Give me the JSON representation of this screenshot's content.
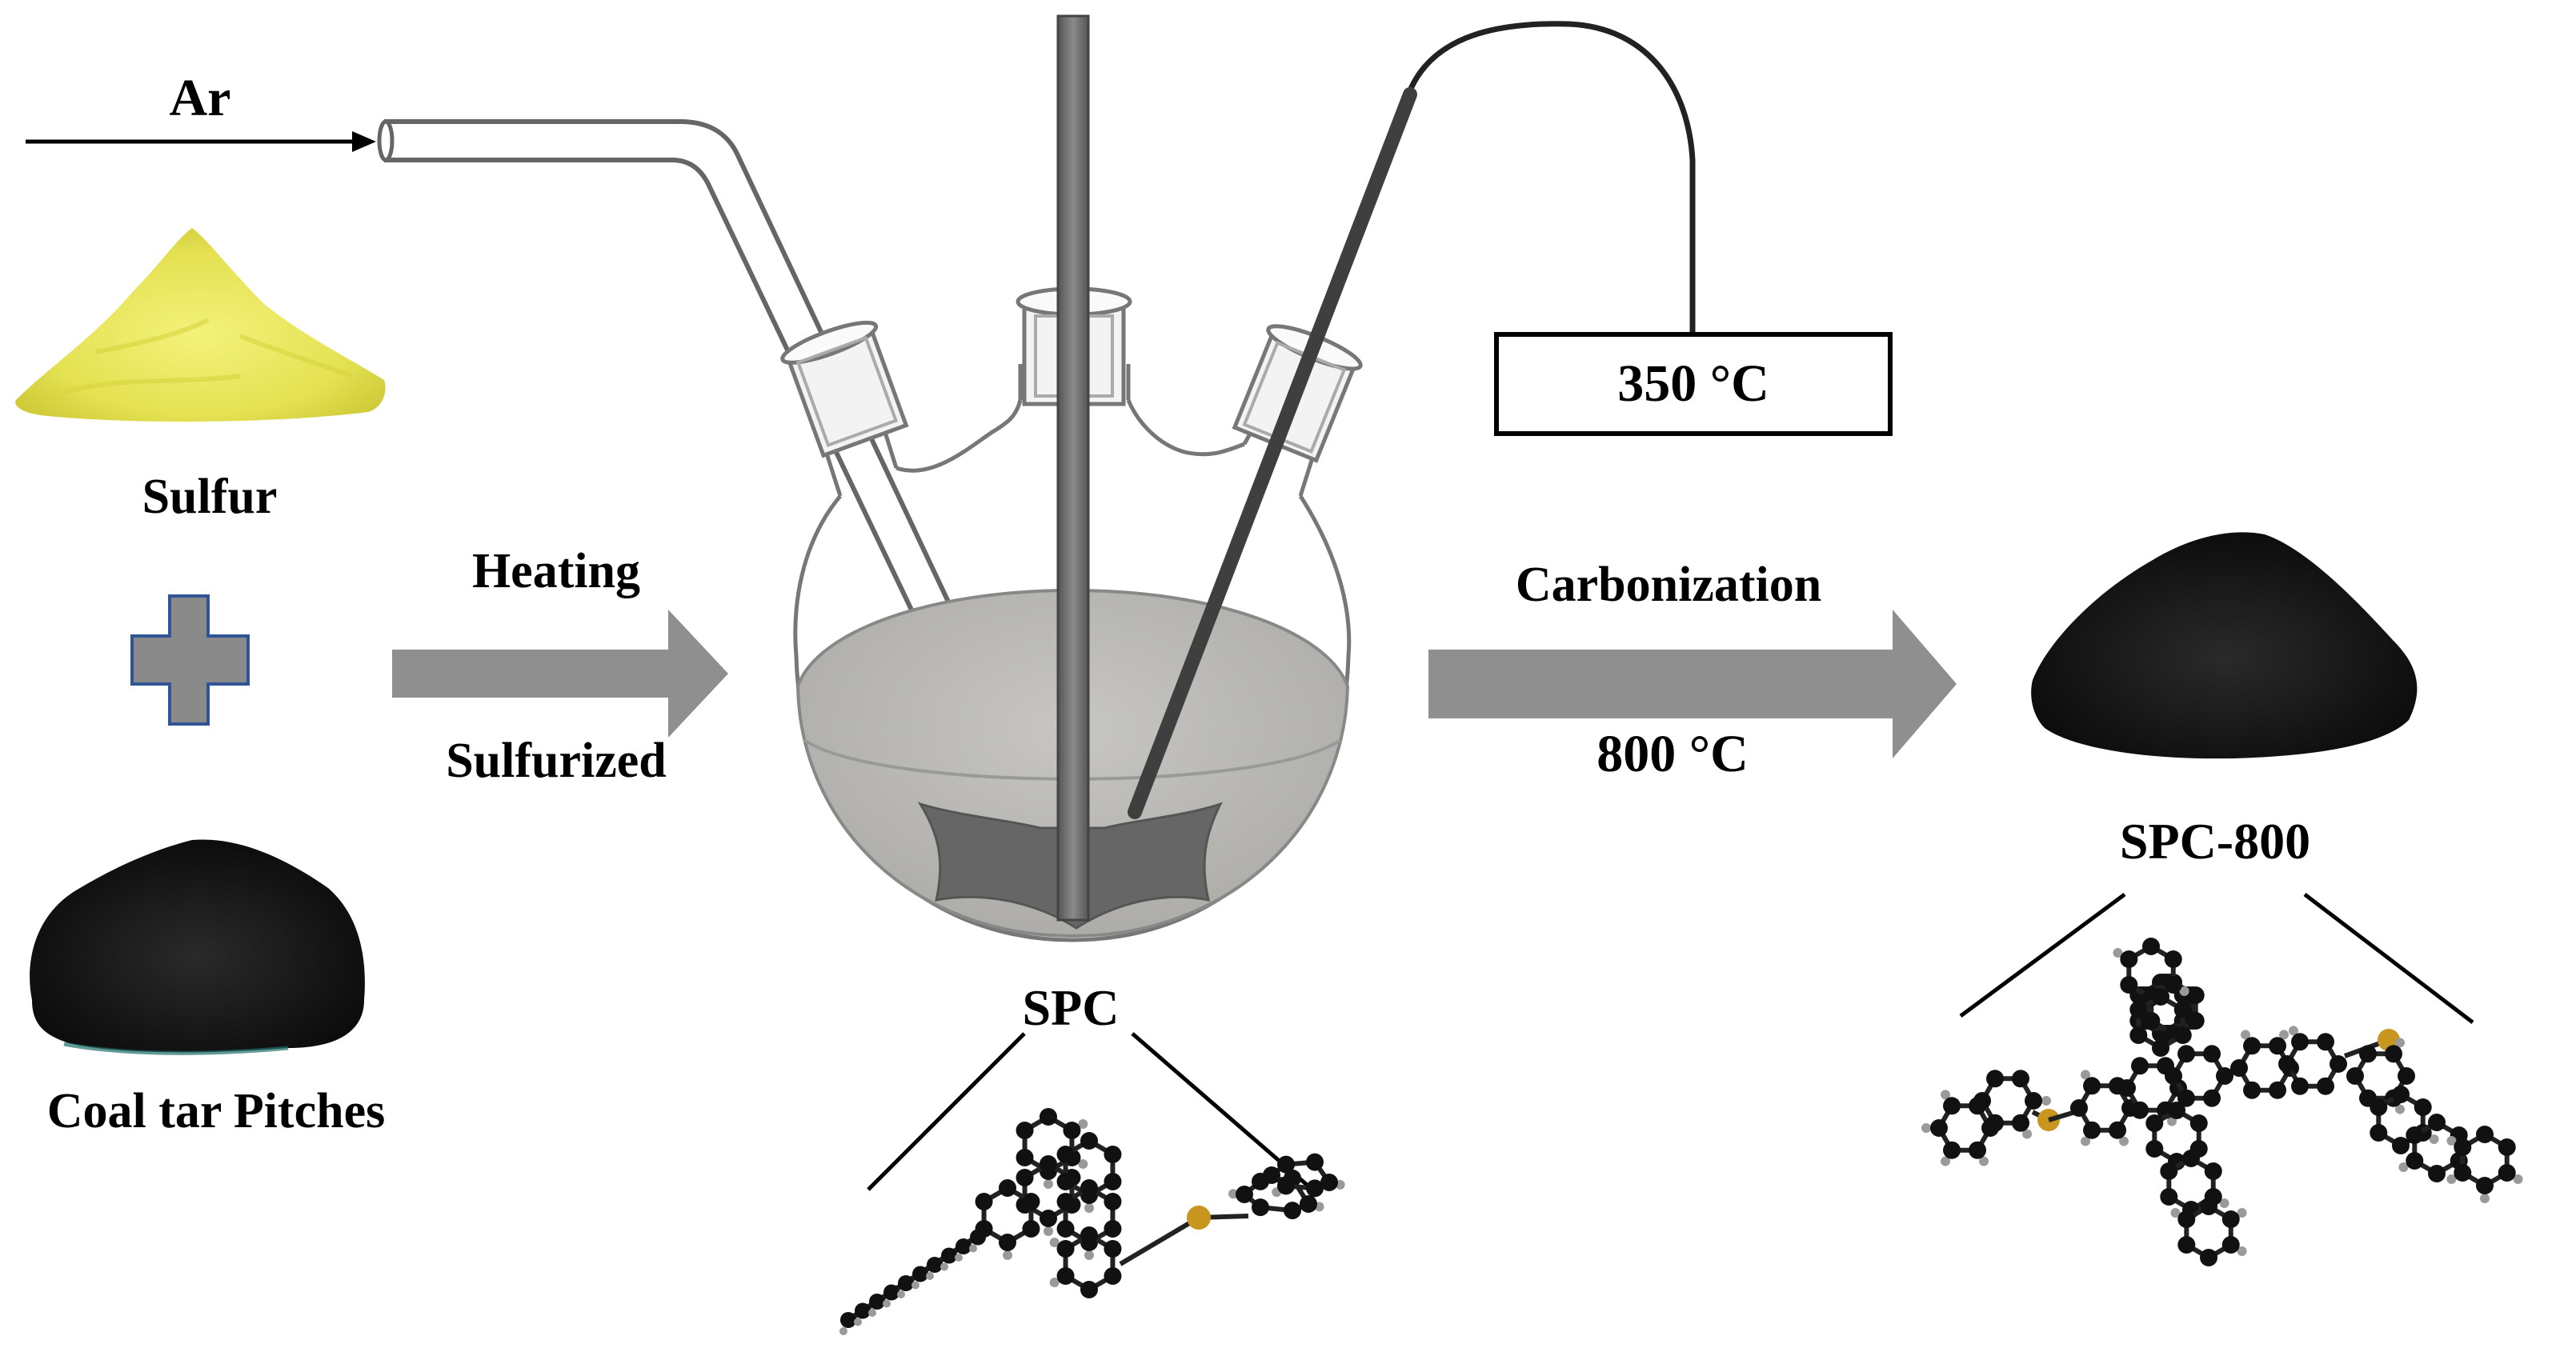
{
  "gas_label": "Ar",
  "reagent_1": "Sulfur",
  "reagent_2": "Coal tar Pitches",
  "step_1_top": "Heating",
  "step_1_bottom": "Sulfurized",
  "intermediate": "SPC",
  "controller_temperature": "350 °C",
  "step_2_top": "Carbonization",
  "step_2_bottom": "800 °C",
  "product": "SPC-800",
  "colors": {
    "sulfur_powder": "#e8e65a",
    "pitch_powder": "#121212",
    "arrow_fill": "#8f8f8f",
    "plus_fill": "#8a8a8a",
    "plus_border": "#2f5597",
    "liquid": "#bdbcb8",
    "sulfur_atom": "#c8961e",
    "carbon_atom": "#111111",
    "hydrogen_atom": "#9a9a9a"
  }
}
